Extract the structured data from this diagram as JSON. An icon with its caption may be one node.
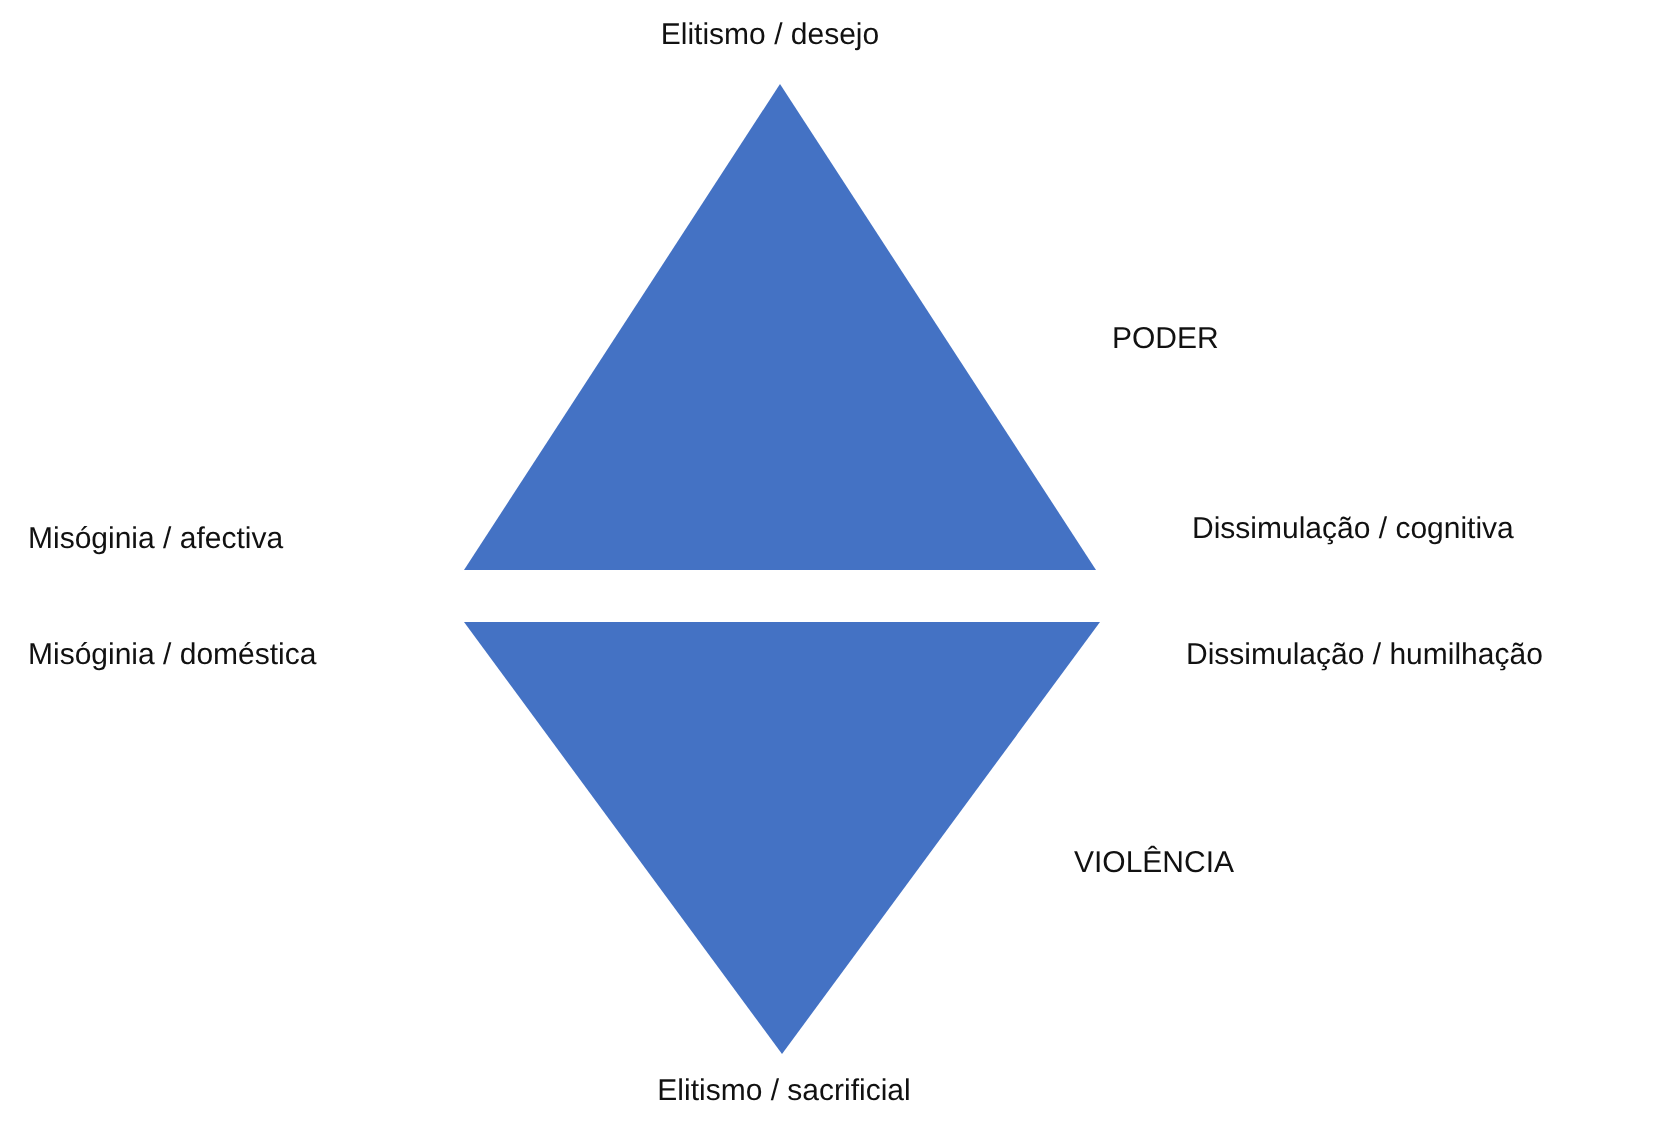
{
  "diagram": {
    "nodes": [
      {
        "text": [],
        "shape": "triangle"
      },
      {
        "text": [],
        "shape": "triangle"
      }
    ],
    "edges": [],
    "labels": [
      "Elitismo / desejo",
      "PODER",
      "Misóginia / afectiva",
      "Dissimulação / cognitiva",
      "Misóginia / doméstica",
      "Dissimulação / humilhação",
      "VIOLÊNCIA",
      "Elitismo / sacrificial"
    ]
  }
}
